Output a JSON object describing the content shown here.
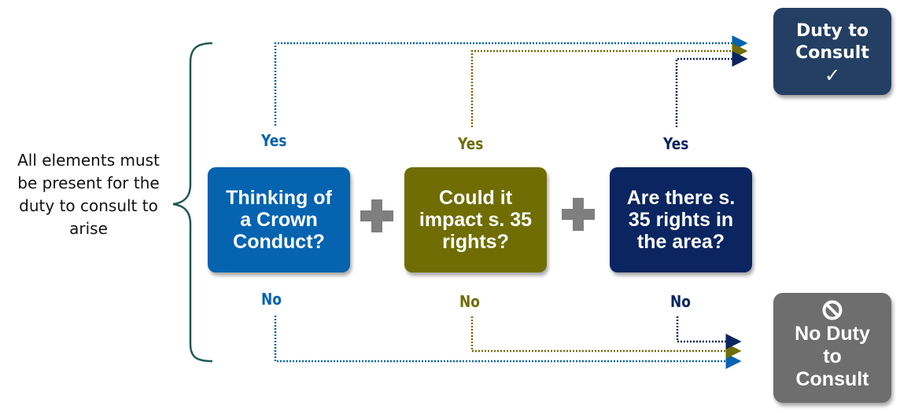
{
  "side_note": "All elements must be present for the duty to consult to arise",
  "colors": {
    "step1": "#0563b0",
    "step2": "#6f6d03",
    "step3": "#0b2560",
    "bracket": "#1f5a52",
    "duty": "#243f63",
    "no_duty": "#6e6e6e",
    "plus": "#7f7f7f"
  },
  "steps": [
    {
      "text": "Thinking of a Crown Conduct?",
      "yes": "Yes",
      "no": "No"
    },
    {
      "text": "Could it impact s. 35 rights?",
      "yes": "Yes",
      "no": "No"
    },
    {
      "text": "Are there s. 35 rights in the area?",
      "yes": "Yes",
      "no": "No"
    }
  ],
  "connectors": [
    "plus-icon",
    "plus-icon"
  ],
  "outcomes": {
    "duty": {
      "title": "Duty to Consult",
      "icon": "checkmark-icon",
      "glyph": "✓"
    },
    "no_duty": {
      "title": "No Duty to Consult",
      "icon": "prohibited-icon"
    }
  }
}
